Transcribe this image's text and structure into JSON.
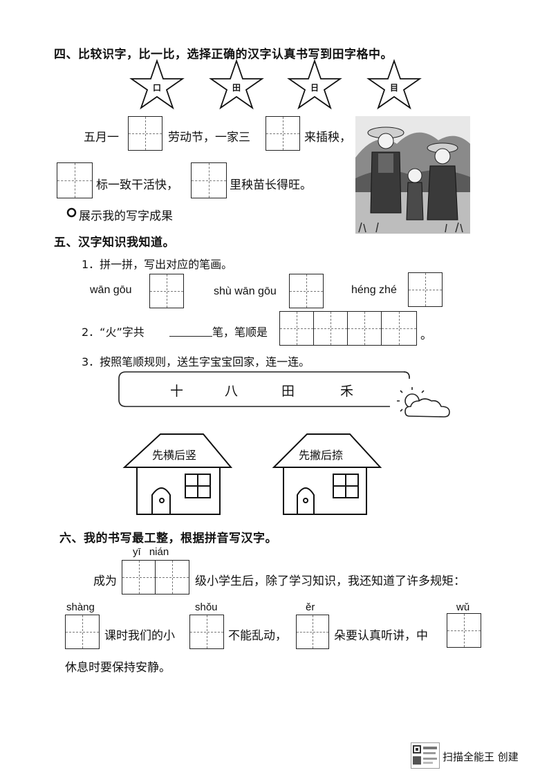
{
  "section4": {
    "title": "四、比较识字，比一比，选择正确的汉字认真书写到田字格中。",
    "stars": [
      "口",
      "田",
      "日",
      "目"
    ],
    "line1_a": "五月一",
    "line1_b": "劳动节，一家三",
    "line1_c": "来插秧，",
    "line2_a": "标一致干活快，",
    "line2_b": "里秧苗长得旺。",
    "show_results": "展示我的写字成果"
  },
  "section5": {
    "title": "五、汉字知识我知道。",
    "q1": "1．拼一拼，写出对应的笔画。",
    "q1_items": [
      "wān gōu",
      "shù wān gōu",
      "héng zhé"
    ],
    "q2_a": "2．“火”字共",
    "q2_b": "笔，笔顺是",
    "q2_end": "。",
    "q3": "3．按照笔顺规则，送生字宝宝回家，连一连。",
    "chars": [
      "十",
      "八",
      "田",
      "禾"
    ],
    "houses": [
      "先横后竖",
      "先撇后捺"
    ]
  },
  "section6": {
    "title": "六、我的书写最工整，根据拼音写汉字。",
    "py1": "yī  nián",
    "line1_a": "成为",
    "line1_b": "级小学生后，除了学习知识，我还知道了许多规矩：",
    "py_shang": "shàng",
    "py_shou": "shǒu",
    "py_er": "ěr",
    "py_wu": "wǔ",
    "line2_a": "课时我们的小",
    "line2_b": "不能乱动，",
    "line2_c": "朵要认真听讲，中",
    "line3": "休息时要保持安静。"
  },
  "footer": {
    "scanner": "扫描全能王 创建"
  }
}
